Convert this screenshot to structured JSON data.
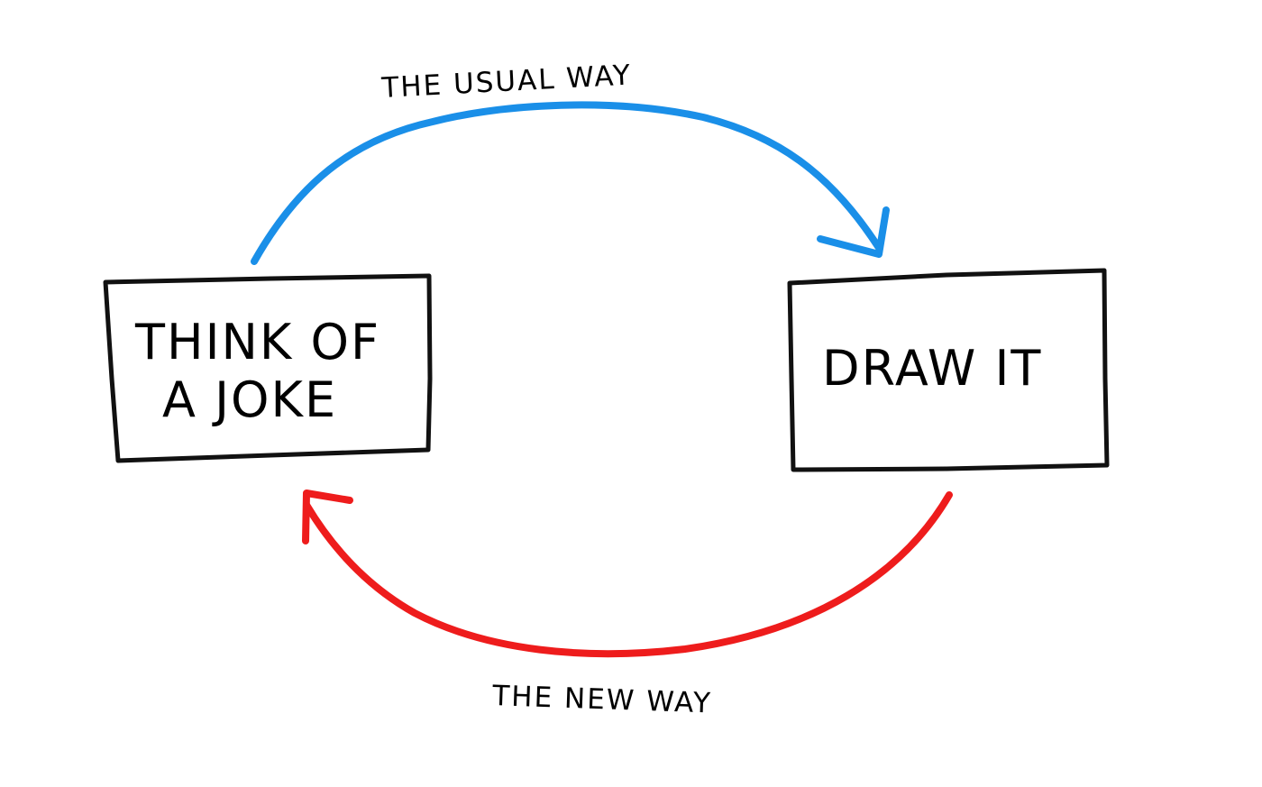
{
  "boxes": {
    "think_of_joke": {
      "line1": "THINK OF",
      "line2": "A JOKE"
    },
    "draw_it": {
      "label": "DRAW IT"
    }
  },
  "arrows": {
    "usual_way": {
      "label": "THE USUAL WAY",
      "color": "#1a8fe8"
    },
    "new_way": {
      "label": "THE NEW WAY",
      "color": "#ee1c1c"
    }
  },
  "colors": {
    "ink": "#111111",
    "background": "#ffffff"
  }
}
